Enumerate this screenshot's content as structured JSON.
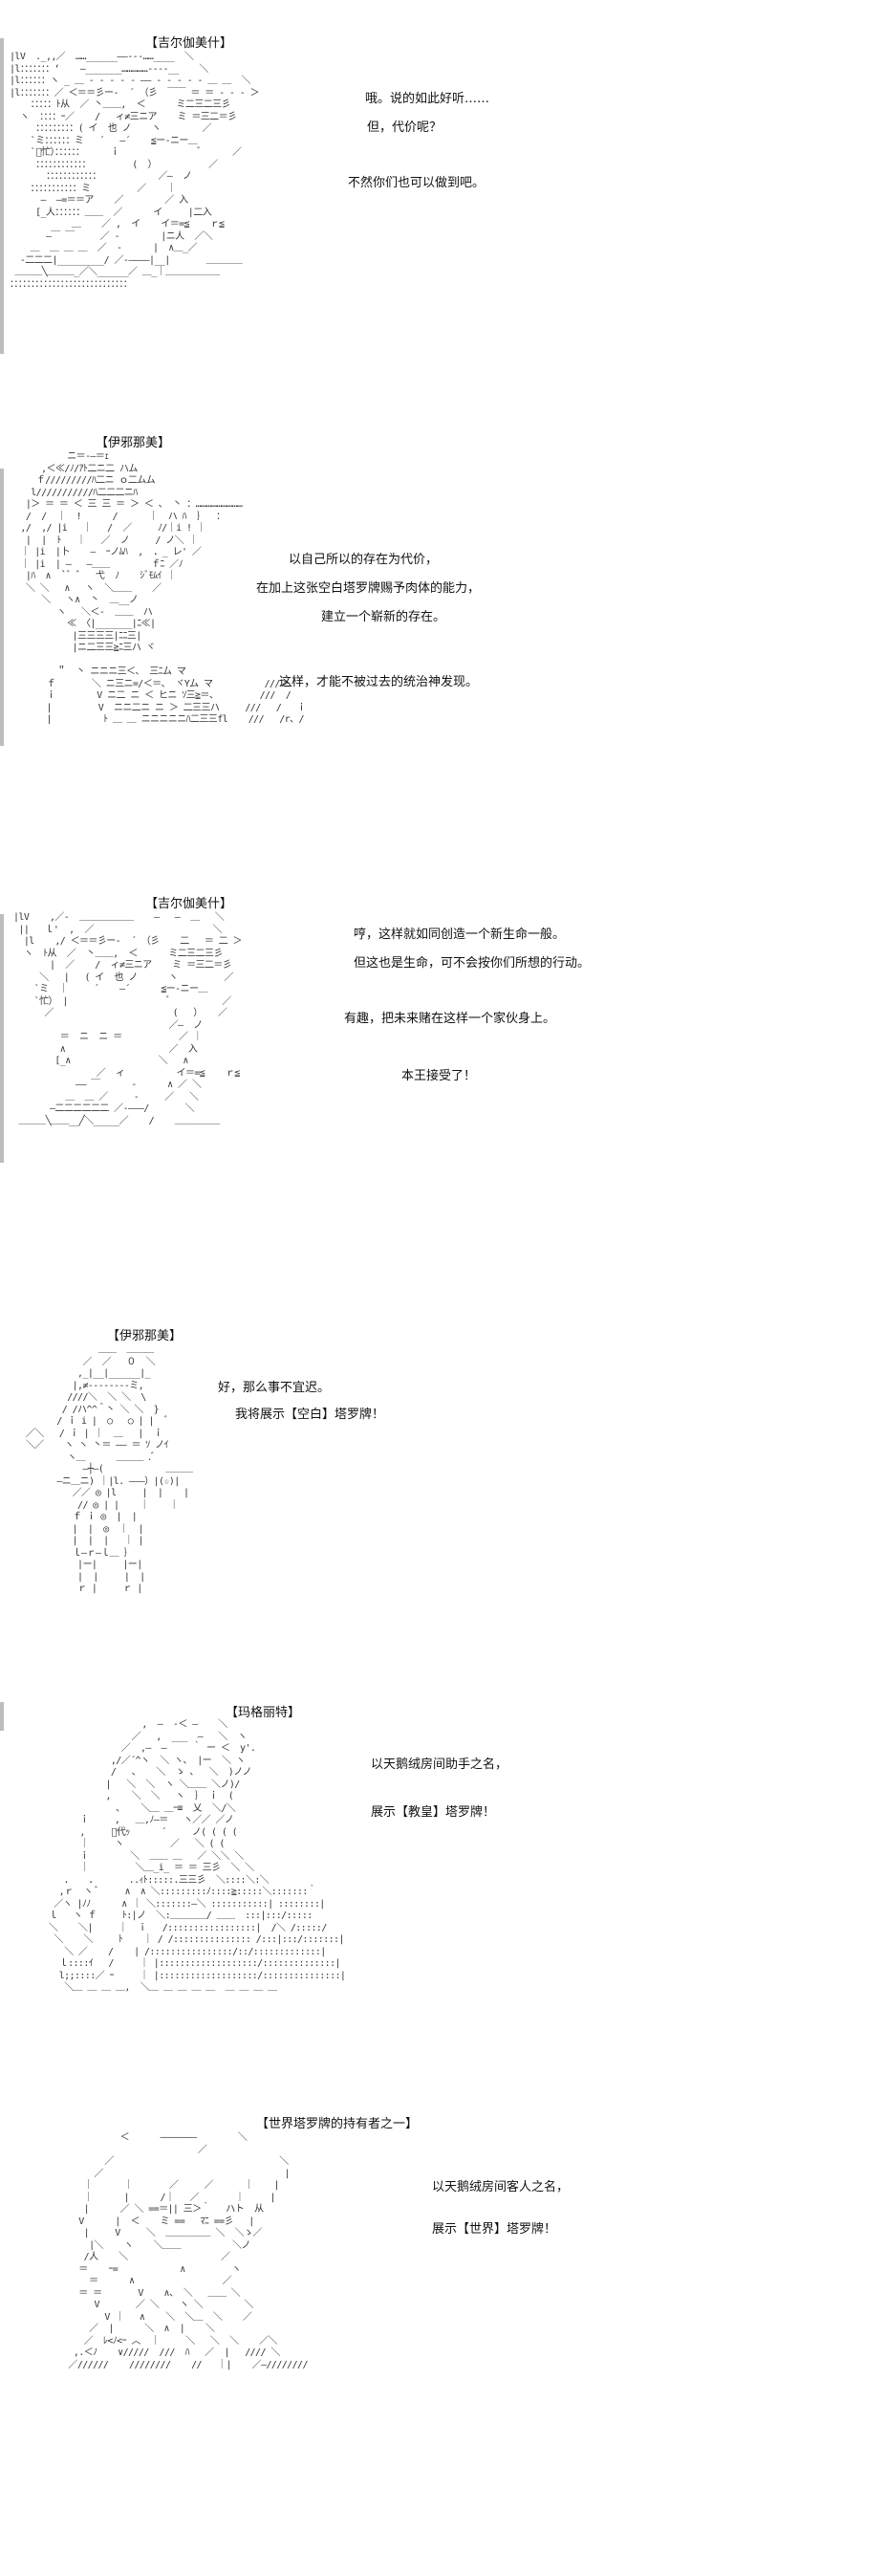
{
  "panels": [
    {
      "speaker": "【吉尔伽美什】",
      "lines": [
        "哦。说的如此好听……",
        "但，代价呢？",
        "不然你们也可以做到吧。"
      ],
      "art": "|lV  ._,,／  ……______——‐‐‐……____  ＼\n|l：：：：：：：‘    ―_______……………‐‐‐‐__    ＼\n|l：：：：：：ヽ _ ＿ ‐ ‐ ‐ ‐ ‐ ―― ‐ ‐ ‐ ‐ ‐ ＿ ＿  ＼\n|l：：：：：：：／ ＜＝＝彡ー‐  ´ （彡  ￣￣ ＝ ＝ ‐ ‐ ‐ ＞\n    ：：：：：ﾄ从  ／ 丶＿＿,  ＜      ミ二三二三彡\n  ヽ  ：：：：ｰ／    /   ィ≠三ニア    ミ ＝三二＝彡\n     ：：：：：：：：：( イ  也 ノ    ヽ        ／\n    `ミ：：：：：：ミ   ´   ―´    ≦ー‐ニー＿\n    `ﾞ忙）：：：：：：     ｉ               ﾞ      ／\n     ：：：：：：：：：：：：        (  ）          ／\n       ：：：：：：：：：：：：           ／―  ノ\n    ：：：：：：：：：：：ミ         ／    ｜\n      ―  ―=＝＝ア    ／        ／ 入\n     [_人：：：：：：＿＿  ／      イ     |二入\n            ＿    ／ ,  イ    イ＝=≦    ｒ≦\n       ―￣ ￣     ／ ‐        |ニ人  ／＼\n    ＿  ＿ ＿ ＿  ／  ‐      |  ∧＿_／\n  -二二二|_________/ ／‐――――|__|       ＿＿＿＿\n ＿＿＿╲＿＿＿_／＼______／ ＿_｜＿＿＿＿＿＿\n：：：：：：：：：：：：：：：：：：：：：：：：：：：："
    },
    {
      "speaker": "【伊邪那美】",
      "lines": [
        "以自己所以的存在为代价，",
        "在加上这张空白塔罗牌赐予肉体的能力，",
        "建立一个崭新的存在。",
        "这样，才能不被过去的统治神发现。"
      ],
      "art": "          ニ＝‐―＝ｪ\n     ,＜≪/ﾉ/ｱﾄ二ニ二 ハム\n    ｆ/////////ﾊ二ニ ｏ二ムム\n   l///////////ﾊ二二二ニﾊ\n  |＞ ＝ ＝ ＜ 三 三 ＝ ＞ ＜ 、 丶 ：………………………\n  /  /  ｜  !      /      ｜  ハ ﾊ  ｝  ：\n ,/  ,/ |i   ｜   /  ／     ﾉ/｜i ! ｜\n  |  |  ﾄ   ｜   ／  ノ     / ノ＼ ｜\n ｜ |i  |卜    ―  ｰノﾑﾊ  ,  ．_ レ' ／\n ｜ |i  | ―   ―＿＿        ｆﾆ ／ﾉ\n  |ﾊ  ∧  `ﾞ ゛  弋  ﾉ    ｼﾞﾓﾑｲ ｜\n  ＼ ＼   ∧   ヽ  ＼＿＿    ／\n     ＼   ヽ∧  丶  ＿__ノ\n        ヽ   ＼＜‐  ＿＿  ハ\n          ≪ 〈|_______|ﾆ≪|\n           |三三三三|ﾆﾆ三|\n           |ニ二三三≧ﾆ三ハ ヾ\n\n        ＂  丶 ニニニ三＜、 三ﾆム マ\n      ｆ       ＼ ニ三ニ=/＜＝、 ヾYム マ          ///＞、\n      ｉ        V ニ二 ニ ＜ ヒニ ｿ三≧＝、        ///  /\n      |         V  ニニ二ニ ニ ＞ 二三三ハ     ///   /   ｉ\n      |          ﾄ ＿ ＿ ニニニニニﾊ二三三fl    ///   /r、/"
    },
    {
      "speaker": "【吉尔伽美什】",
      "lines": [
        "哼，这样就如同创造一个新生命一般。",
        "但这也是生命，可不会按你们所想的行动。",
        "有趣，把未来赌在这样一个家伙身上。",
        "本王接受了！"
      ],
      "art": "|lV    ,／‐  ＿＿＿＿＿＿    ―   ―  ＿   ＼\n ||   ｌ'  ,  ／                       ＼\n  |l    ,/ ＜＝＝彡ー‐  ´ （彡    二   ＝ 二 ＞\n  ヽ  ﾄ从  ／  丶＿＿,  ＜      ミ二三二三彡\n       |  ／    /  ィ≠三ニア    ミ ＝三二＝彡\n     ＼   |   ( イ  也 ノ      ヽ         ／\n    `ミ  ｜     ´    ―´      ≦ー‐ニー＿\n    `忙） |                   ﾞ          ／\n      ／                       (   ）   ／\n                              ／―  ノ\n         ＝  ニ  ニ ＝           ／ ｜\n         ∧                    ／  入\n        [_∧                 ＼   ∧\n                ／  ィ          イ＝=≦    ｒ≦\n            ―― ￣      ‐      ∧ ／ ＼\n          ＿  ＿ ／     ‐     ／   ＼\n       ―二二二二二二 ／‐―――/       ＼\n ＿＿＿╲＿＿__╱＼_____／    /    ＿＿＿＿＿"
    },
    {
      "speaker": "【伊邪那美】",
      "lines": [
        "好，那么事不宜迟。",
        "我将展示【空白】塔罗牌！"
      ],
      "art": "                ＿＿  ＿＿＿\n             ／  ／   ０  ＼\n            ,_|__|______|_ \n           |,≠‐‐‐‐‐‐‐‐ミ,\n          ////＼  ＼ ＼  \\\n         / /ハ^^＾丶 ＼ ＼  }\n        / ｉ i |  ○   ○ | |  ﾞ\n  ／＼   / ｉ | ｜  ＿   |  ｉ\n  ＼／    ヽ ヽ 丶＝ ―― ＝ ｿ ノｲ\n          ヽ＿      ＿＿＿ .ﾞ\n             ―┼―(            ＿＿＿\n        ―ニ＿ニ) ｜|l. ―――）|(☆)|\n           ／／ ◎ |l     |  |    |\n            // ◎ | |    ｜    ｜\n           ｆ ｉ ◎  |  |\n           |  |  ◎  ｜  |\n           |  |  |   ｜ |\n           ｌ―ｒ―ｌ＿ ｝\n            |ー|     |ー|\n            |  |     |  |\n            ｒ |     ｒ |"
    },
    {
      "speaker": "【玛格丽特】",
      "lines": [
        "以天鹅绒房间助手之名，",
        "展示【教皇】塔罗牌！"
      ],
      "art": "                    ,  ―  ‐＜ ―    ＼\n                  ／   ,  ___  ―   ＼  ヽ\n                ／  ,―  ―     ｀ ー ＜  y'.\n              ,/／´^ヽ  ＼ ヽ、 |ー  ＼ ヽ\n              /   、   ＼  ゝ 、  ＼  )ノノ\n             |   ＼  ＼  ヽ ＼＿＿ ＼ノ)/\n             ,    ＼  ＼   ヽ  ｝ ｉ  (\n               ､    ＼＿ ＿ｰ≡  乂  ＼/＼\n        ｉ     ,   ＿,ﾉ―＝   ヽ／／ ／ノ\n        ,     ﾞ代ｯ      ´     ノ( ( ( (\n        ｜     ヽ         ／   ＼ ( (\n        ｉ        ＼  ＿＿ ＿   ／ ＼＼ ＼ \n        ｜         ＼＿_i_ ＝ ＝ 三彡  ＼ ＼ \n     ．   ．      ..ｨﾄ:::::.三三彡  ＼::::＼:＼\n    ,ｒ  ヽ ﾞ     ∧  ∧ ＼:::::::::ﾉ::::≧:::::＼:::::::｀\n   ／ヽ |ﾉﾉ      ∧ ｜ ＼:::::::―＼ :::::::::::| ::::::::|\n  ｌ   ヽ ｆ     ﾄ:|ノ  ＼:＿＿＿＿/ ＿＿  :::|:::/:::::\n  ＼    ＼|     ｜  ｉ   /:::::::::::::::::|  /＼ /:::::/\n   ＼    ＼     ﾄ    ｜ / /::::::::::::::: /:::|:::/:::::::|\n     ＼ ／    /    | /::::::::::::::::/::/:::::::::::::|\n    ｌ::::ｲ   /     ｜ |:::::::::::::::::::/::::::::::::::|\n    l;;::::／ ｰ     ｜ |:::::::::::::::::::/:::::::::::::::|\n     ＼＿ ＿ ＿ ＿,  ＼＿ ＿ ＿ ＿ ＿  ＿ ＿ ＿ ＿"
    },
    {
      "speaker": "【世界塔罗牌的持有者之一】",
      "lines": [
        "以天鹅绒房间客人之名，",
        "展示【世界】塔罗牌！"
      ],
      "art": "           ＜      ―――――――        ＼\n                          ／\n        ／                                ＼\n      ／                                   |\n    ｜      ｜       ／     ／      ｜    |\n    ｜      |      /｜   ／       ｜     |\n    |      ／ ＼ ==＝|| 三＞｀   ハト  从\n   V      |  ＜    ミ ==   ﾏﾆ ==彡   |\n    |     V     ＼  ＿＿＿＿＿ ＼  ＼ゝ／\n     |＼    ヽ    ＼＿＿          ＼ノ\n    /人    ＼                  ／ \n   ＝    ｰ=            ∧         ヽ\n     ＝      ∧                 ／\n   ＝ ＝       V    ∧、 ＼   ＿＿ ＼\n      V       ／ ＼    ヽ ＼        ＼\n        V ｜   ∧    ＼  ＼＿  ＼    ／\n     ／  |      ＼  ∧  |    ＼  \n    ／  ﾚ<ﾉ<ｰ ︿  ｜     ＼   ＼  ＼    ／＼\n  ,.＜ﾉ    ∨/////  ///  ﾊ   ／  |   //// ＼ \n ／//////    ////////    //   ｜|    ／―////////"
    }
  ]
}
